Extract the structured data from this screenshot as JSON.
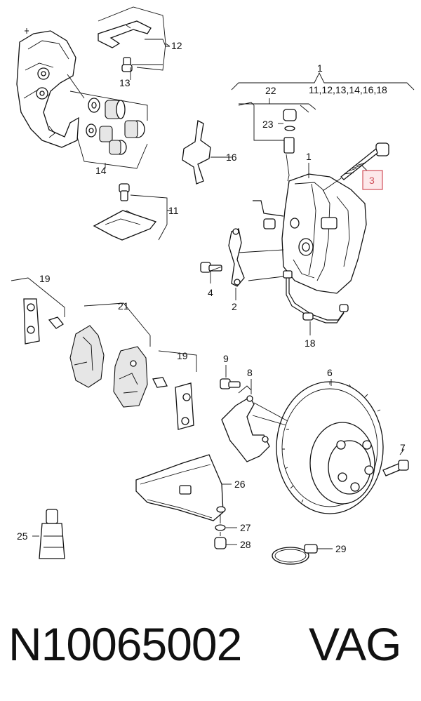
{
  "diagram": {
    "highlight_color": "#d0505a",
    "highlight_fill": "#fde8ea",
    "labels": {
      "p1_top": "1",
      "p1_sub": "11,12,13,14,16,18",
      "p22": "22",
      "p23": "23",
      "p1_caliper": "1",
      "p3": "3",
      "p12": "12",
      "p13": "13",
      "p14": "14",
      "p16": "16",
      "p11": "11",
      "p4": "4",
      "p2": "2",
      "p18": "18",
      "p19a": "19",
      "p21": "21",
      "p19b": "19",
      "p9": "9",
      "p8": "8",
      "p6": "6",
      "p7": "7",
      "p26": "26",
      "p25": "25",
      "p27": "27",
      "p28": "28",
      "p29": "29"
    }
  },
  "footer": {
    "part_number": "N10065002",
    "brand": "VAG"
  }
}
